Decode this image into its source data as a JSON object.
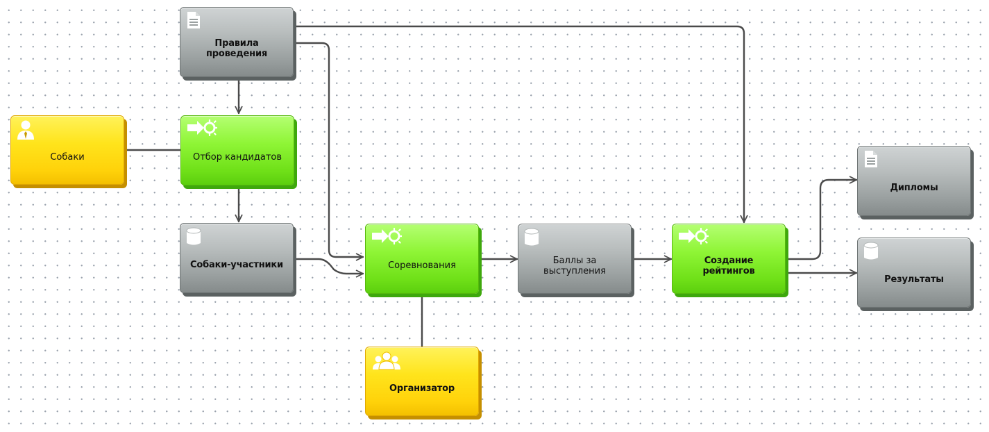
{
  "nodes": {
    "rules": {
      "label": "Правила\nпроведения",
      "icon": "document-icon",
      "type": "document"
    },
    "dogs": {
      "label": "Собаки",
      "icon": "person-icon",
      "type": "role"
    },
    "selection": {
      "label": "Отбор кандидатов",
      "icon": "process-icon",
      "type": "process"
    },
    "participants": {
      "label": "Собаки-участники",
      "icon": "database-icon",
      "type": "data"
    },
    "competition": {
      "label": "Соревнования",
      "icon": "process-icon",
      "type": "process"
    },
    "organizer": {
      "label": "Организатор",
      "icon": "group-icon",
      "type": "role"
    },
    "scores": {
      "label": "Баллы за\nвыступления",
      "icon": "database-icon",
      "type": "data"
    },
    "ratings": {
      "label": "Создание\nрейтингов",
      "icon": "process-icon",
      "type": "process"
    },
    "diplomas": {
      "label": "Дипломы",
      "icon": "document-icon",
      "type": "document"
    },
    "results": {
      "label": "Результаты",
      "icon": "database-icon",
      "type": "data"
    }
  },
  "colors": {
    "process": "#8ff536",
    "role": "#ffe41c",
    "document": "#a6abab",
    "connector": "#4a4a4a"
  }
}
